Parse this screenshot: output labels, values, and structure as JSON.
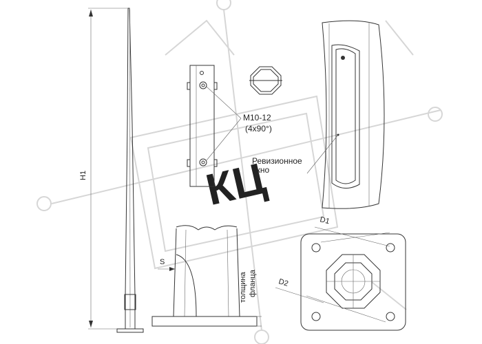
{
  "labels": {
    "h1": "H1",
    "bolt": "M10-12",
    "bolt_count": "(4x90°)",
    "window_line1": "Ревизионное",
    "window_line2": "окно",
    "s": "S",
    "flange_line1": "толщина",
    "flange_line2": "фланца",
    "d1": "D1",
    "d2": "D2"
  },
  "watermark": {
    "text": "КЦ"
  }
}
